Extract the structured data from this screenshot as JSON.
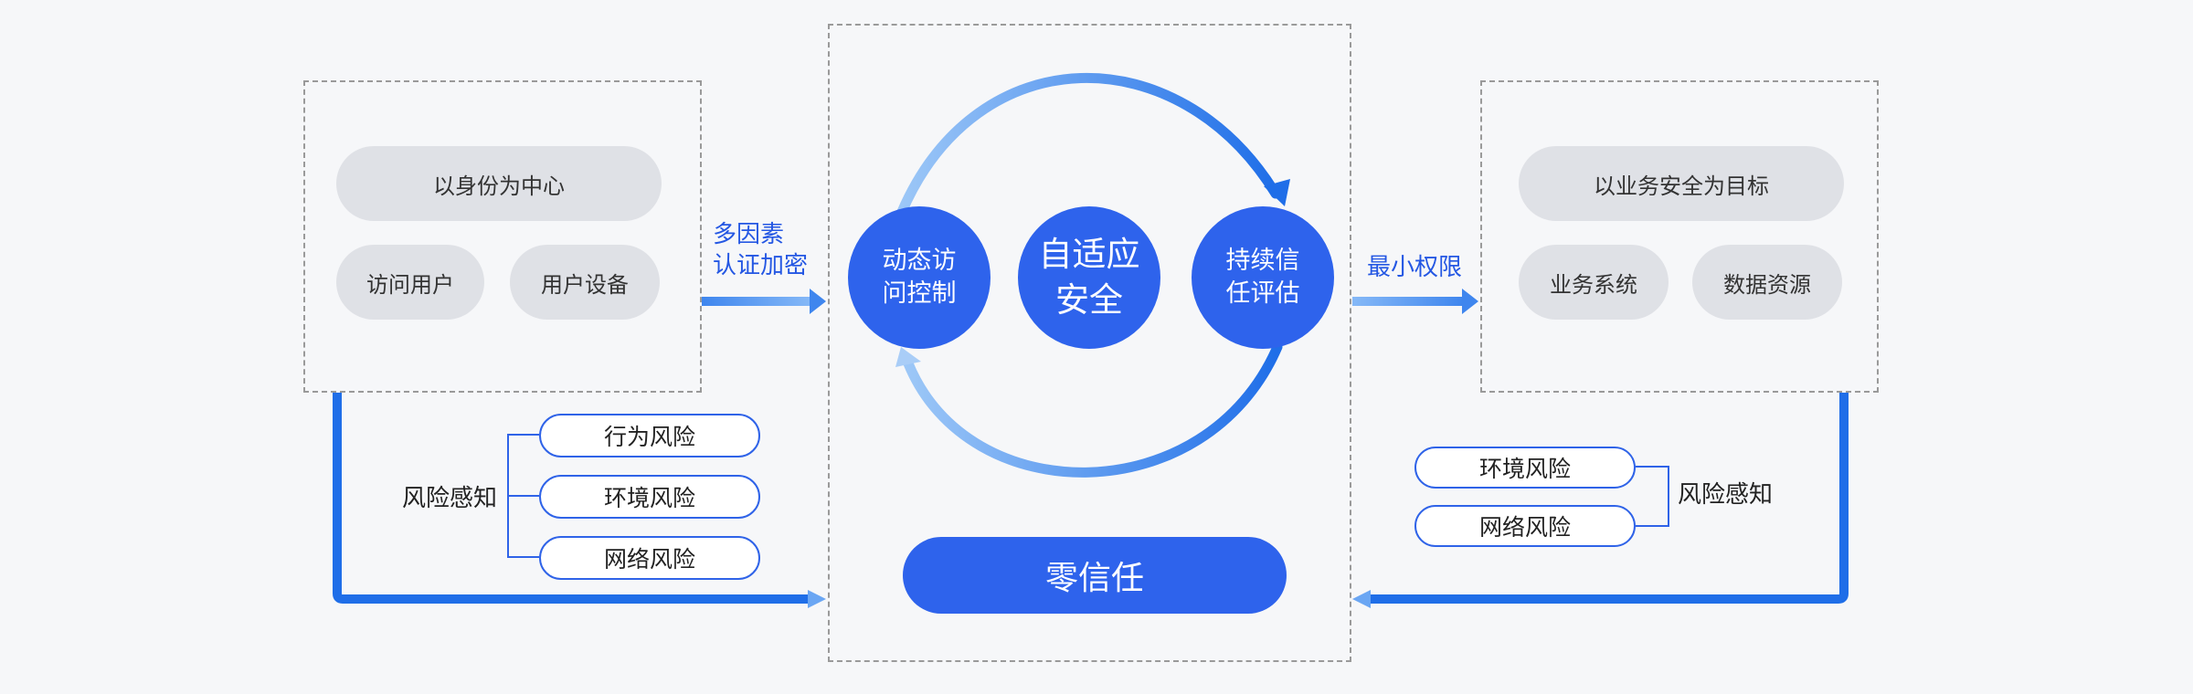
{
  "colors": {
    "primary": "#2e63ec",
    "light_blue": "#86b9f7",
    "pill_gray": "#dfe1e6",
    "dashed": "#9a9a9a"
  },
  "left_panel": {
    "title_pill": "以身份为中心",
    "pill_1": "访问用户",
    "pill_2": "用户设备"
  },
  "right_panel": {
    "title_pill": "以业务安全为目标",
    "pill_1": "业务系统",
    "pill_2": "数据资源"
  },
  "arrow_left_label": {
    "line1": "多因素",
    "line2": "认证加密"
  },
  "arrow_right_label": "最小权限",
  "center": {
    "circle_left": {
      "line1": "动态访",
      "line2": "问控制"
    },
    "circle_middle": {
      "line1": "自适应",
      "line2": "安全"
    },
    "circle_right": {
      "line1": "持续信",
      "line2": "任评估"
    },
    "bottom_button": "零信任"
  },
  "risk_left": {
    "label": "风险感知",
    "items": [
      "行为风险",
      "环境风险",
      "网络风险"
    ]
  },
  "risk_right": {
    "label": "风险感知",
    "items": [
      "环境风险",
      "网络风险"
    ]
  }
}
